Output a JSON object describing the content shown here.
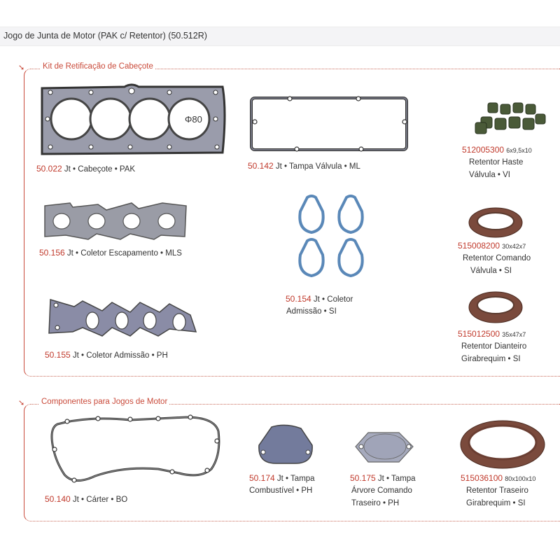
{
  "window": {
    "title": "Jogo de Junta de Motor (PAK c/ Retentor) (50.512R)"
  },
  "sections": [
    {
      "title": "Kit de Retificação de Cabeçote"
    },
    {
      "title": "Componentes para Jogos de Motor"
    }
  ],
  "items": {
    "cabecote": {
      "code": "50.022",
      "desc": "Jt • Cabeçote • PAK",
      "diameter": "Φ80"
    },
    "tampa_valvula": {
      "code": "50.142",
      "desc": "Jt • Tampa Válvula • ML"
    },
    "retentor_haste": {
      "code": "512005300",
      "dim": "6x9,5x10",
      "line1": "Retentor Haste",
      "line2": "Válvula • VI"
    },
    "coletor_escape": {
      "code": "50.156",
      "desc": "Jt • Coletor Escapamento • MLS"
    },
    "coletor_admissao_si": {
      "code": "50.154",
      "line1": "Jt • Coletor",
      "line2": "Admissão • SI"
    },
    "retentor_comando": {
      "code": "515008200",
      "dim": "30x42x7",
      "line1": "Retentor Comando",
      "line2": "Válvula • SI"
    },
    "coletor_admissao_ph": {
      "code": "50.155",
      "desc": "Jt • Coletor Admissão • PH"
    },
    "retentor_dianteiro": {
      "code": "515012500",
      "dim": "35x47x7",
      "line1": "Retentor Dianteiro",
      "line2": "Girabrequim • SI"
    },
    "carter": {
      "code": "50.140",
      "desc": "Jt • Cárter • BO"
    },
    "tampa_combustivel": {
      "code": "50.174",
      "line1": "Jt • Tampa",
      "line2": "Combustível • PH"
    },
    "tampa_arvore": {
      "code": "50.175",
      "line1": "Jt • Tampa",
      "line2": "Árvore Comando",
      "line3": "Traseiro • PH"
    },
    "retentor_traseiro": {
      "code": "515036100",
      "dim": "80x100x10",
      "line1": "Retentor Traseiro",
      "line2": "Girabrequim • SI"
    }
  },
  "colors": {
    "accent": "#c94a3a",
    "code": "#c0392b",
    "gasket_gray": "#8a8c9c",
    "gasket_blue": "#5a88b8",
    "seal_brown": "#7a4a3c",
    "valve_seal": "#4a5a38"
  }
}
